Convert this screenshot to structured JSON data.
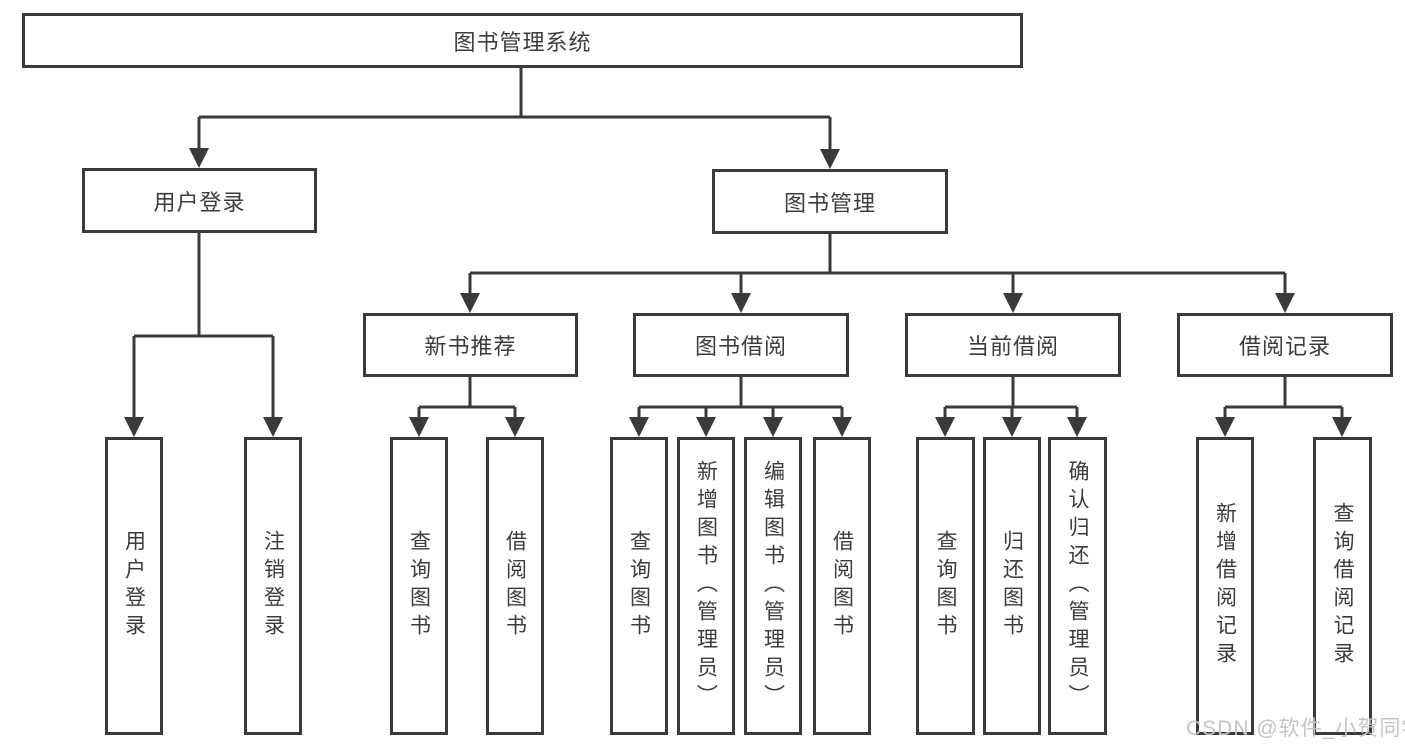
{
  "diagram": {
    "root": "图书管理系统",
    "nodes": [
      {
        "label": "用户登录",
        "leaves": [
          "用户登录",
          "注销登录"
        ]
      },
      {
        "label": "图书管理",
        "groups": [
          {
            "label": "新书推荐",
            "leaves": [
              "查询图书",
              "借阅图书"
            ]
          },
          {
            "label": "图书借阅",
            "leaves": [
              "查询图书",
              "新增图书（管理员）",
              "编辑图书（管理员）",
              "借阅图书"
            ]
          },
          {
            "label": "当前借阅",
            "leaves": [
              "查询图书",
              "归还图书",
              "确认归还（管理员）"
            ]
          },
          {
            "label": "借阅记录",
            "leaves": [
              "新增借阅记录",
              "查询借阅记录"
            ]
          }
        ]
      }
    ]
  },
  "watermark": "CSDN @软件_小贺同学",
  "colors": {
    "line": "#3a3a3a",
    "text": "#3c3c3c",
    "background": "#ffffff",
    "watermark": "#c4c4c4"
  }
}
